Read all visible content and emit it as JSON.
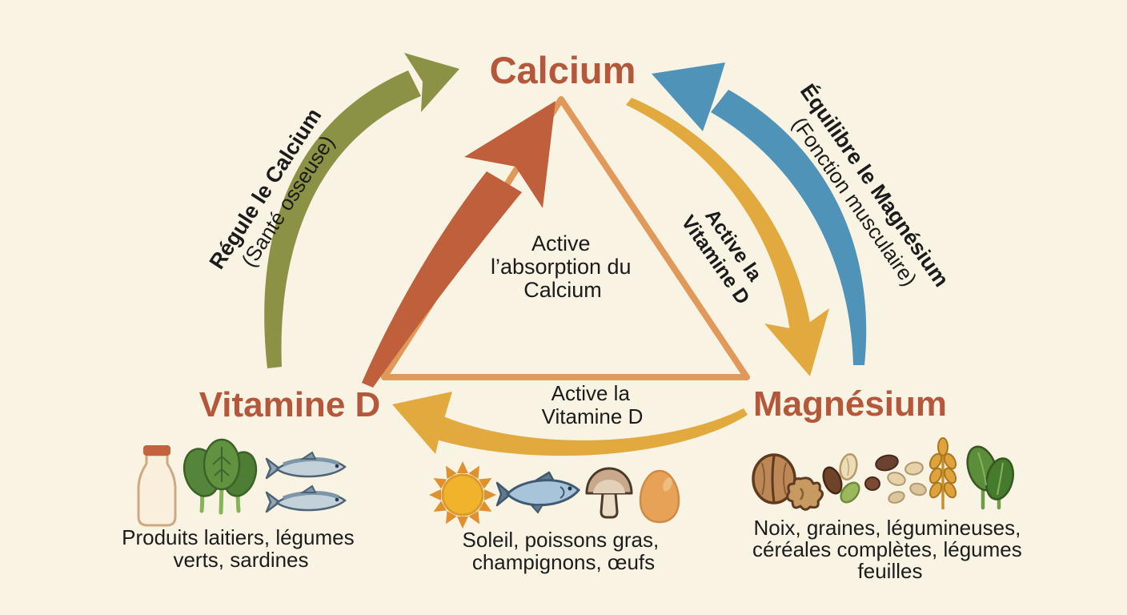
{
  "nodes": {
    "calcium": {
      "label": "Calcium"
    },
    "vitamineD": {
      "label": "Vitamine D"
    },
    "magnesium": {
      "label": "Magnésium"
    }
  },
  "arrows": {
    "regule": {
      "from": "vitamineD",
      "to": "calcium",
      "line1": "Régule le Calcium",
      "line2": "(Santé osseuse)",
      "color": "#8b9245"
    },
    "equilibre": {
      "from": "magnesium",
      "to": "calcium",
      "line1": "Équilibre le Magnésium",
      "line2": "(Fonction musculaire)",
      "color": "#4f93b8"
    },
    "absorption": {
      "from": "vitamineD",
      "to": "calcium",
      "line1": "Active",
      "line2": "l’absorption du",
      "line3": "Calcium",
      "color": "#c05f3b"
    },
    "activeVitDRight": {
      "from": "calcium",
      "to": "magnesium",
      "line1": "Active la",
      "line2": "Vitamine D",
      "color": "#e2a93f"
    },
    "activeVitDBottom": {
      "from": "magnesium",
      "to": "vitamineD",
      "line1": "Active la",
      "line2": "Vitamine D",
      "color": "#e2a93f"
    }
  },
  "foodGroups": {
    "left": {
      "for": "vitamineD",
      "line1": "Produits laitiers, légumes",
      "line2": "verts, sardines",
      "icons": [
        "milk-bottle-icon",
        "leafy-greens-icon",
        "sardines-icon"
      ]
    },
    "center": {
      "for": "vitamineD",
      "line1": "Soleil, poissons gras,",
      "line2": "champignons, œufs",
      "icons": [
        "sun-icon",
        "fatty-fish-icon",
        "mushroom-icon",
        "egg-icon"
      ]
    },
    "right": {
      "for": "magnesium",
      "line1": "Noix, graines, légumineuses,",
      "line2": "céréales complètes, légumes",
      "line3": "feuilles",
      "icons": [
        "walnut-icon",
        "seeds-icon",
        "legumes-icon",
        "wheat-icon",
        "leafy-greens-icon"
      ]
    }
  },
  "colors": {
    "background": "#f8f3e3",
    "nodeText": "#b4573a",
    "triangle": "#e0995a",
    "labelText": "#1b1b1b",
    "arrowGreen": "#8b9245",
    "arrowBlue": "#4f93b8",
    "arrowYellow": "#e2a93f",
    "arrowRed": "#c05f3b"
  }
}
